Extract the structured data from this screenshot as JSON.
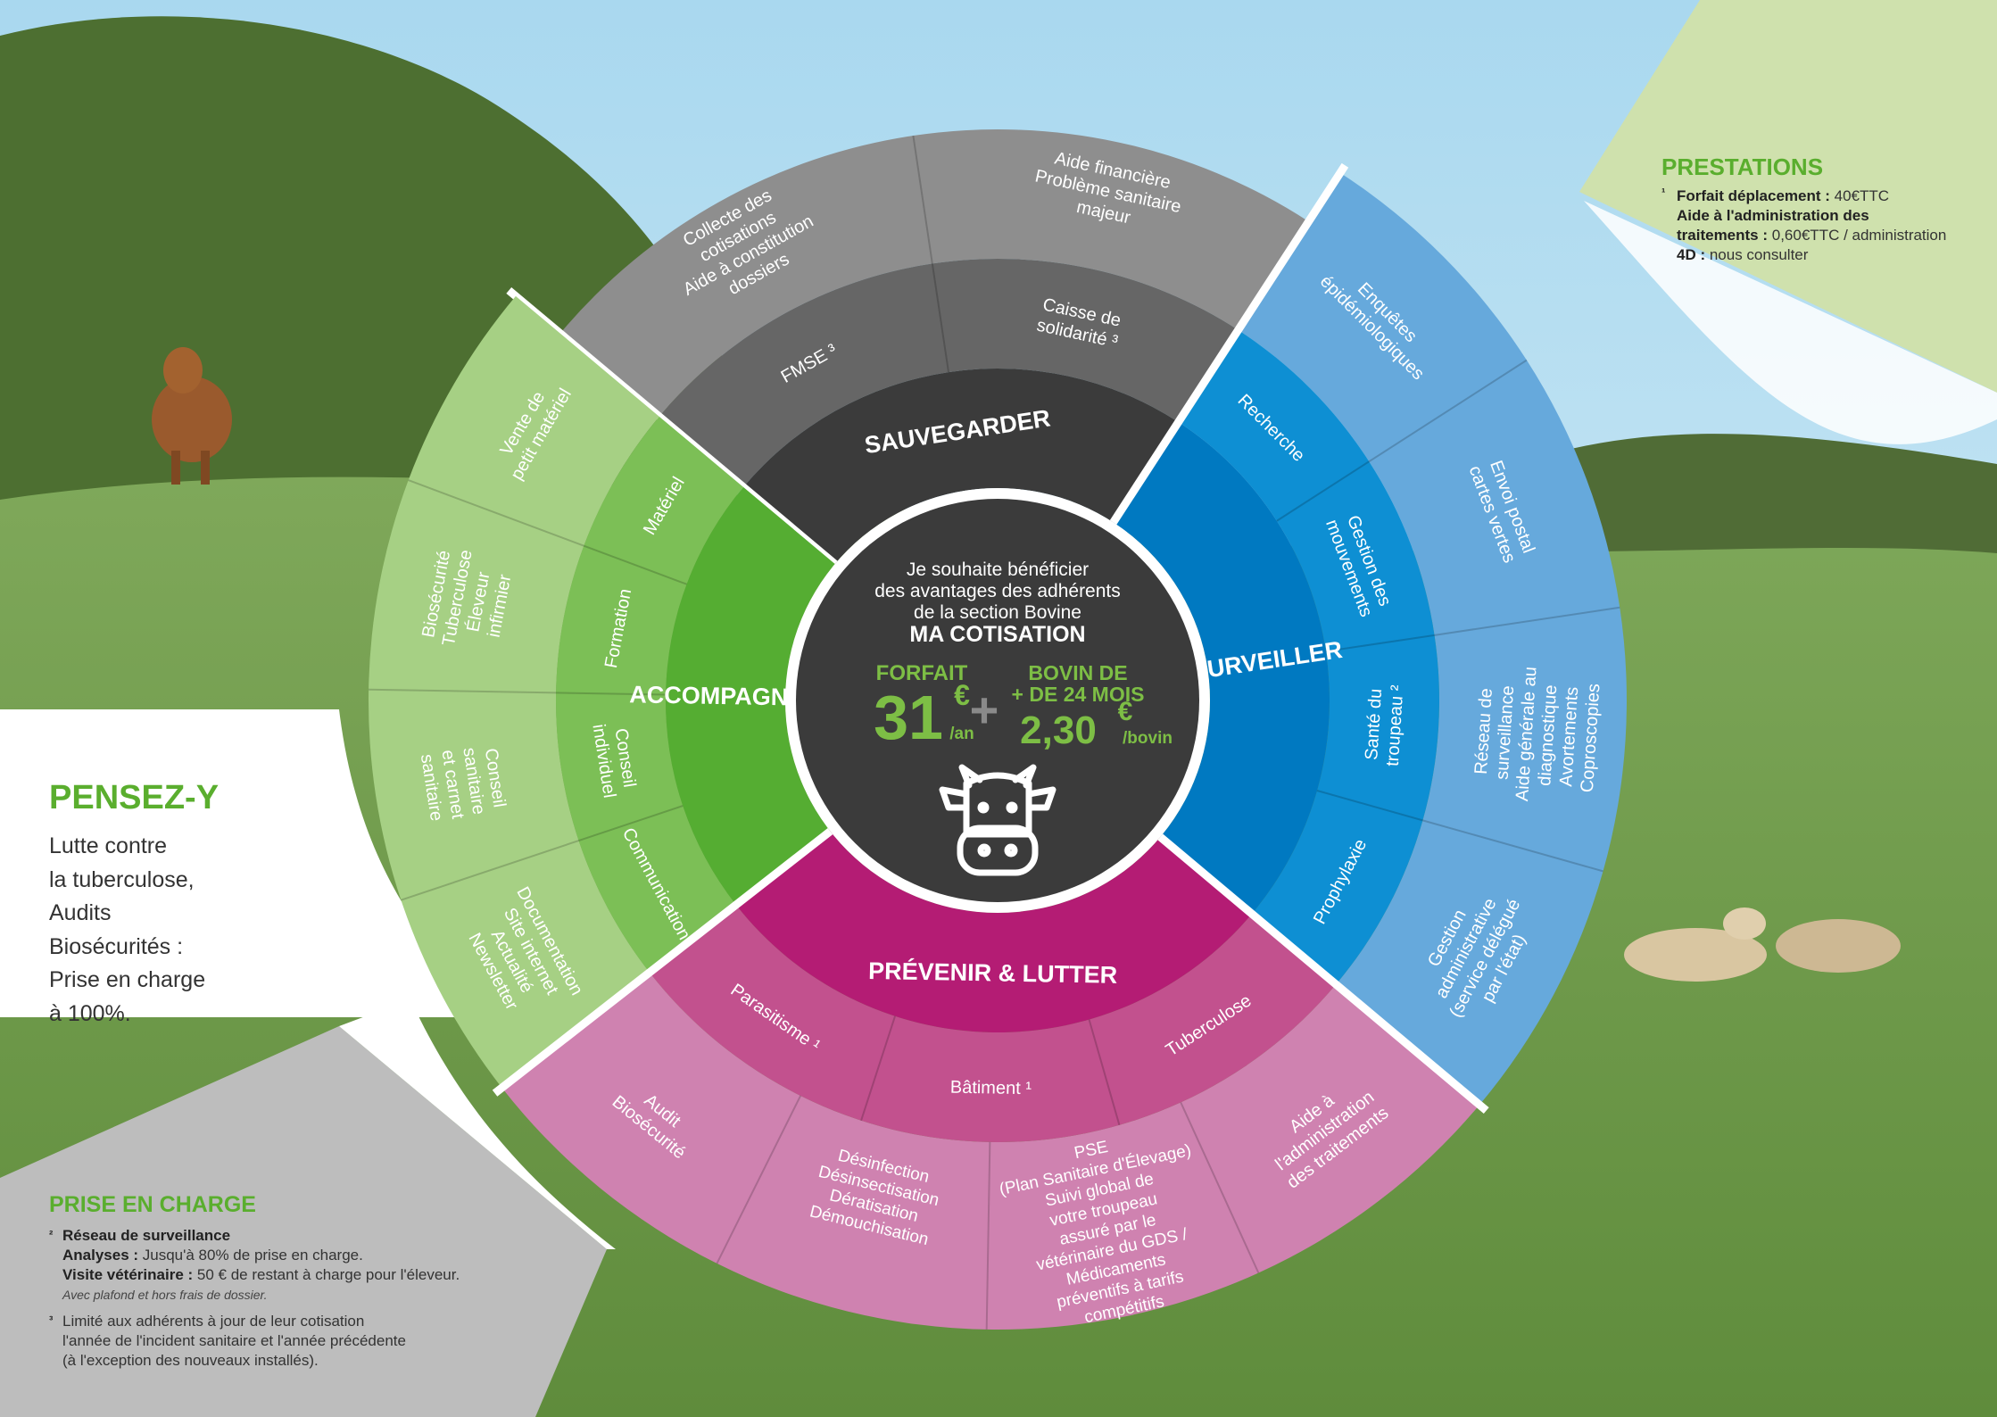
{
  "center": {
    "intro": [
      "Je souhaite bénéficier",
      "des avantages des adhérents",
      "de la section Bovine"
    ],
    "title": "MA COTISATION",
    "forfait_label": "FORFAIT",
    "forfait_amount": "31",
    "forfait_currency": "€",
    "forfait_unit": "/an",
    "plus": "+",
    "bovin_label": [
      "BOVIN DE",
      "+ DE 24 MOIS"
    ],
    "bovin_amount": "2,30",
    "bovin_currency": "€",
    "bovin_unit": "/bovin",
    "icon": "cow-head-icon"
  },
  "sections": [
    {
      "id": "sauvegarder",
      "label": "SAUVEGARDER",
      "colors": {
        "inner": "#3b3b3b",
        "middle": "#666666",
        "outer": "#8e8e8e"
      },
      "middle": [
        {
          "lines": [
            "FMSE ³"
          ]
        },
        {
          "lines": [
            "Caisse de",
            "solidarité ³"
          ]
        }
      ],
      "outer": [
        {
          "lines": [
            "Collecte des",
            "cotisations",
            "",
            "Aide à constitution",
            "dossiers"
          ]
        },
        {
          "lines": [
            "Aide financière",
            "",
            "Problème sanitaire",
            "majeur"
          ]
        }
      ]
    },
    {
      "id": "surveiller",
      "label": "SURVEILLER",
      "colors": {
        "inner": "#0079c1",
        "middle": "#0e8fd3",
        "outer": "#66a9dc"
      },
      "middle": [
        {
          "lines": [
            "Recherche"
          ]
        },
        {
          "lines": [
            "Gestion des",
            "mouvements"
          ]
        },
        {
          "lines": [
            "Santé du",
            "troupeau ²"
          ]
        },
        {
          "lines": [
            "Prophylaxie"
          ]
        }
      ],
      "outer": [
        {
          "lines": [
            "Enquêtes",
            "épidémiologiques"
          ]
        },
        {
          "lines": [
            "Envoi postal",
            "cartes vertes"
          ]
        },
        {
          "lines": [
            "Réseau de",
            "surveillance",
            "Aide générale au",
            "diagnostique",
            "Avortements",
            "Coproscopies"
          ]
        },
        {
          "lines": [
            "Gestion",
            "administrative",
            "(service délégué",
            "par l'état)"
          ]
        }
      ]
    },
    {
      "id": "prevenir",
      "label": "PRÉVENIR & LUTTER",
      "colors": {
        "inner": "#b41c74",
        "middle": "#c2518e",
        "outer": "#cf82b0"
      },
      "middle": [
        {
          "lines": [
            "Parasitisme ¹"
          ]
        },
        {
          "lines": [
            "Bâtiment ¹"
          ]
        },
        {
          "lines": [
            "Tuberculose"
          ]
        }
      ],
      "outer": [
        {
          "lines": [
            "Aide à",
            "l'administration",
            "des traitements"
          ]
        },
        {
          "lines": [
            "PSE",
            "(Plan Sanitaire d'Élevage)",
            "Suivi global de",
            "votre troupeau",
            "assuré par le",
            "vétérinaire du GDS /",
            "Médicaments",
            "préventifs à tarifs",
            "compétitifs"
          ]
        },
        {
          "lines": [
            "Désinfection",
            "",
            "Désinsectisation",
            "",
            "Dératisation",
            "",
            "Démouchisation"
          ]
        },
        {
          "lines": [
            "Audit",
            "Biosécurité"
          ]
        }
      ]
    },
    {
      "id": "accompagner",
      "label": "ACCOMPAGNER",
      "colors": {
        "inner": "#55ad32",
        "middle": "#7cbf56",
        "outer": "#a6d084"
      },
      "middle": [
        {
          "lines": [
            "Communication"
          ]
        },
        {
          "lines": [
            "Conseil",
            "individuel"
          ]
        },
        {
          "lines": [
            "Formation"
          ]
        },
        {
          "lines": [
            "Matériel"
          ]
        }
      ],
      "outer": [
        {
          "lines": [
            "Documentation",
            "Site internet",
            "Actualité",
            "Newsletter"
          ]
        },
        {
          "lines": [
            "Conseil",
            "sanitaire",
            "et carnet",
            "sanitaire"
          ]
        },
        {
          "lines": [
            "Biosécurité",
            "Tuberculose",
            "Éleveur",
            "infirmier"
          ]
        },
        {
          "lines": [
            "Vente de",
            "petit matériel"
          ]
        }
      ]
    }
  ],
  "pensez_y": {
    "title": "PENSEZ-Y",
    "lines": [
      "Lutte contre",
      "la tuberculose,",
      "Audits",
      "Biosécurités :",
      "Prise en charge",
      "à 100%."
    ]
  },
  "prestations": {
    "title": "PRESTATIONS",
    "marker": "¹",
    "items": [
      {
        "label": "Forfait déplacement :",
        "value": " 40€TTC"
      },
      {
        "label": "Aide à l'administration des",
        "value": ""
      },
      {
        "label": "traitements :",
        "value": " 0,60€TTC / administration"
      },
      {
        "label": "4D :",
        "value": " nous consulter"
      }
    ]
  },
  "prise_en_charge": {
    "title": "PRISE EN CHARGE",
    "marker2": "²",
    "heading2": "Réseau de surveillance",
    "lines2": [
      {
        "label": "Analyses :",
        "value": " Jusqu'à 80% de prise en charge."
      },
      {
        "label": "Visite vétérinaire :",
        "value": " 50 € de restant à charge pour l'éleveur."
      }
    ],
    "note2": "Avec plafond et hors frais de dossier.",
    "marker3": "³",
    "lines3": [
      "Limité aux adhérents à jour de leur cotisation",
      "l'année de l'incident sanitaire et l'année précédente",
      "(à l'exception des nouveaux installés)."
    ]
  },
  "colors": {
    "sky": "#bfe3ee",
    "grass": "#6f9a4a",
    "green_title": "#5aae2e",
    "panel_green": "#cfe1ad",
    "panel_grey": "#bdbdbd"
  }
}
